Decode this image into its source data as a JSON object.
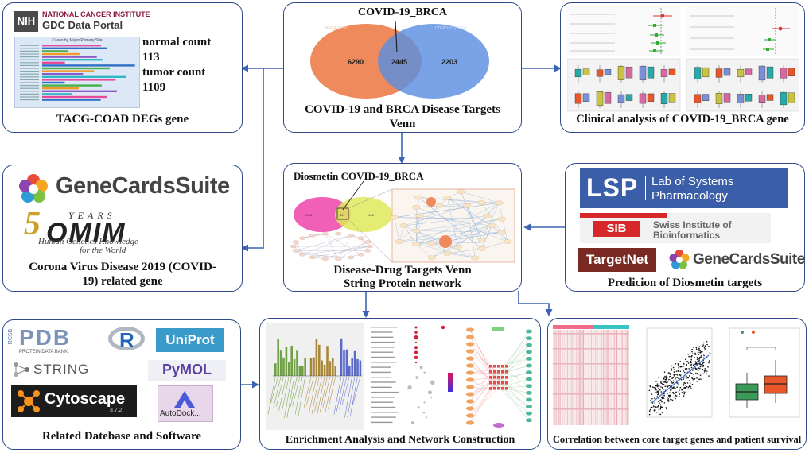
{
  "panels": {
    "tcga": {
      "nih_logo": "NIH",
      "nci_title": "NATIONAL CANCER INSTITUTE",
      "gdc_title": "GDC Data Portal",
      "chart_header": "Cases by Major Primary Site",
      "normal_label": "normal count",
      "normal_value": "113",
      "tumor_label": "tumor count",
      "tumor_value": "1109",
      "caption": "TACG-COAD DEGs gene"
    },
    "venn": {
      "title": "COVID-19_BRCA",
      "left_label": "BRCA (6290)",
      "right_label": "COVID-19 (2203)",
      "left_value": "6290",
      "center_value": "2445",
      "right_value": "2203",
      "caption_line1": "COVID-19 and  BRCA Disease Targets",
      "caption_line2": "Venn"
    },
    "clinical": {
      "caption": "Clinical analysis of COVID-19_BRCA gene"
    },
    "genecards": {
      "genecards_logo": "GeneCardsSuite",
      "omim_years": "YEARS",
      "omim_fifty": "5",
      "omim_logo": "OMIM",
      "omim_tagline1": "Human Genetics Knowledge",
      "omim_tagline2": "for the World",
      "caption_line1": "Corona Virus Disease 2019 (COVID-",
      "caption_line2": "19) related gene"
    },
    "diosmetin": {
      "title": "Diosmetin COVID-19_BRCA",
      "left_value": "2443",
      "center_value": "43",
      "right_value": "148",
      "caption_line1": "Disease-Drug Targets Venn",
      "caption_line2": "String Protein network"
    },
    "prediction": {
      "lsp_abbr": "LSP",
      "lsp_line1": "Lab of Systems",
      "lsp_line2": "Pharmacology",
      "sib_abbr": "SIB",
      "sib_line1": "Swiss Institute of",
      "sib_line2": "Bioinformatics",
      "targetnet": "TargetNet",
      "genecards_logo": "GeneCardsSuite",
      "caption": "Predicion of Diosmetin targets"
    },
    "software": {
      "pdb_prefix": "RCSB",
      "pdb_logo": "PDB",
      "pdb_sub": "PROTEIN DATA BANK",
      "r_logo": "R",
      "uniprot": "UniProt",
      "string": "STRING",
      "pymol": "PyMOL",
      "cytoscape": "Cytoscape",
      "cytoscape_version": "3.7.2",
      "autodock": "AutoDock...",
      "caption": "Related Datebase and Software"
    },
    "enrichment": {
      "caption": "Enrichment Analysis and Network  Construction"
    },
    "correlation": {
      "caption": "Correlation between core target genes and patient survival"
    }
  },
  "colors": {
    "border": "#2e4a86",
    "arrow": "#3c64b4",
    "venn_left": "#ef8a5c",
    "venn_right": "#5b8fe0",
    "dios_left": "#ee44aa",
    "dios_right": "#dfe95a",
    "lsp_bg": "#3b5ea8",
    "sib_red": "#d6282a",
    "targetnet_bg": "#7a2a22"
  }
}
